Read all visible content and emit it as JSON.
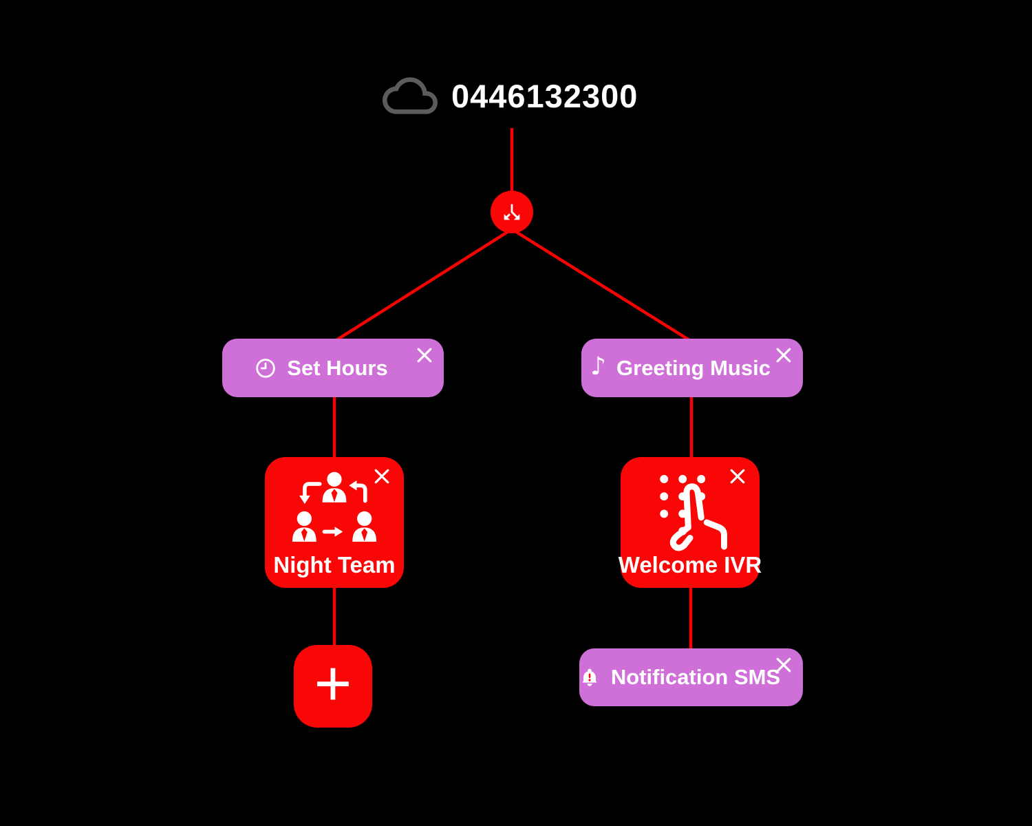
{
  "header": {
    "phone_number": "0446132300"
  },
  "nodes": {
    "call_split": {
      "type": "branch",
      "icon": "call-split"
    },
    "set_hours": {
      "label": "Set Hours",
      "icon": "clock"
    },
    "greeting_music": {
      "label": "Greeting Music",
      "icon": "music-note"
    },
    "night_team": {
      "label": "Night Team",
      "icon": "team-transfer"
    },
    "welcome_ivr": {
      "label": "Welcome IVR",
      "icon": "dialpad-touch"
    },
    "notification_sms": {
      "label": "Notification SMS",
      "icon": "alert-bell"
    },
    "add": {
      "label": "+"
    }
  },
  "icons": {
    "music_note_glyph": "♪"
  },
  "colors": {
    "background": "#000000",
    "node_red": "#f90606",
    "line_red": "#f50202",
    "node_purple": "#cf70d8",
    "cloud_gray": "#5c5c5c",
    "text_white": "#ffffff"
  }
}
